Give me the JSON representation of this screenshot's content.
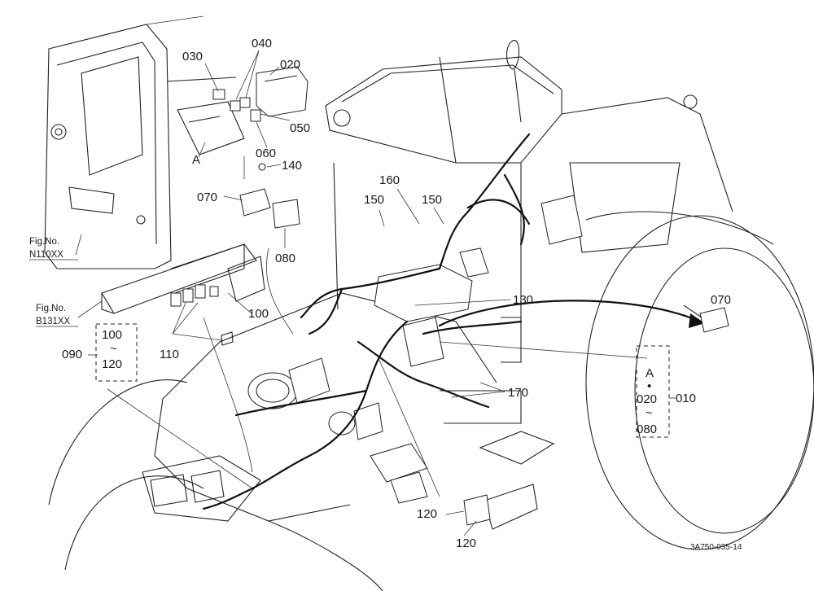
{
  "labels": {
    "p030": "030",
    "p040": "040",
    "p020": "020",
    "p050": "050",
    "p060": "060",
    "p140": "140",
    "p070_top": "070",
    "p080_top": "080",
    "pA_top": "A",
    "p150_left": "150",
    "p160": "160",
    "p150_right": "150",
    "p130": "130",
    "p070_right": "070",
    "p100_mid": "100",
    "p110": "110",
    "p100_range": "100",
    "p120_range": "120",
    "p090": "090",
    "p170": "170",
    "pA_right": "A",
    "p020_range": "020",
    "p080_range": "080",
    "p010": "010",
    "p120_a": "120",
    "p120_b": "120",
    "tilde": "~",
    "dot": "•"
  },
  "fig_refs": {
    "ref1_title": "Fig.No.",
    "ref1_code": "N110XX",
    "ref2_title": "Fig.No.",
    "ref2_code": "B131XX"
  },
  "drawing_code": "3A750-035-14"
}
